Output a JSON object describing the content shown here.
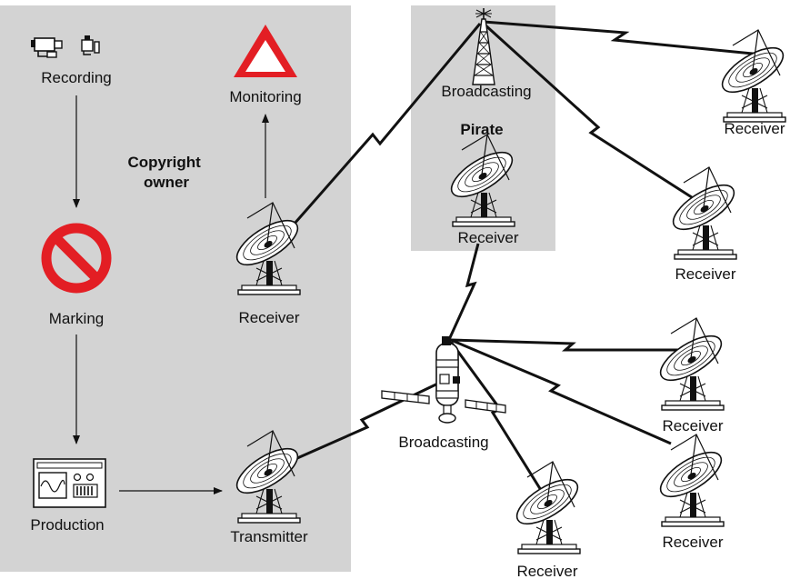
{
  "zones": {
    "copyright_owner": "Copyright\nowner",
    "pirate": "Pirate"
  },
  "labels": {
    "recording": "Recording",
    "monitoring": "Monitoring",
    "marking": "Marking",
    "production": "Production",
    "transmitter": "Transmitter",
    "receiver_owner": "Receiver",
    "broadcasting_tower": "Broadcasting",
    "receiver_pirate": "Receiver",
    "broadcasting_satellite": "Broadcasting",
    "receiver_tower_1": "Receiver",
    "receiver_tower_2": "Receiver",
    "receiver_sat_1": "Receiver",
    "receiver_sat_2": "Receiver",
    "receiver_sat_3": "Receiver"
  },
  "colors": {
    "zone_fill": "#d3d3d3",
    "warning_red": "#e31e24",
    "ink": "#111111"
  },
  "icons": {
    "recording": "camera-icon",
    "monitoring": "warning-triangle-icon",
    "marking": "prohibited-icon",
    "production": "mixing-console-icon",
    "dish": "satellite-dish-icon",
    "tower": "broadcast-tower-icon",
    "satellite": "satellite-icon"
  }
}
